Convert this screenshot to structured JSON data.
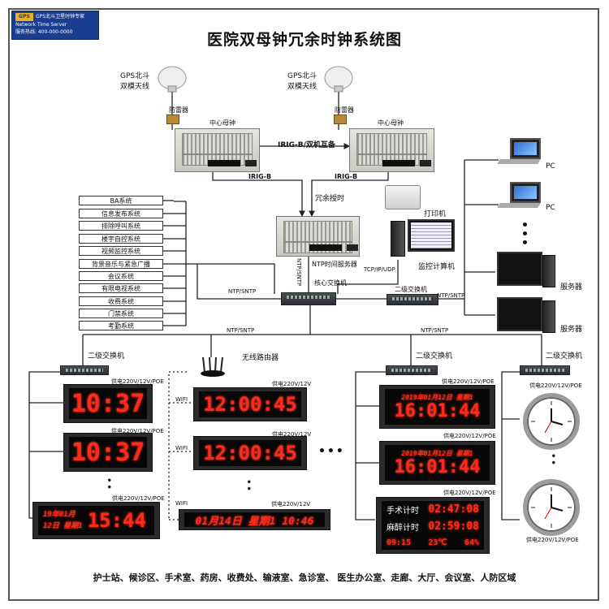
{
  "title": "医院双母钟冗余时钟系统图",
  "logo": {
    "line1": "GPS北斗卫星时钟专家",
    "line2": "Network Time Server",
    "line3": "服务热线: 400-000-0000"
  },
  "antenna_left": {
    "line1": "GPS北斗",
    "line2": "双模天线"
  },
  "antenna_right": {
    "line1": "GPS北斗",
    "line2": "双模天线"
  },
  "arrester_left": "防雷器",
  "arrester_right": "防雷器",
  "master_left": "中心母钟",
  "master_right": "中心母钟",
  "link_mutual": "IRIG-B/双机互备",
  "irig_left": "IRIG-B",
  "irig_right": "IRIG-B",
  "redundant": "冗余授时",
  "ntp_server": "NTP时间服务器",
  "ntp_sntp_vertical": "NTP/SNTP",
  "core_switch": "核心交换机",
  "tcp": "TCP/IP/UDP",
  "printer": "打印机",
  "monitor_pc": "监控计算机",
  "second_switch_right": "二级交换机",
  "pc1": "PC",
  "pc2": "PC",
  "server1": "服务器",
  "server2": "服务器",
  "systems": [
    "BA系统",
    "信息发布系统",
    "排除呼叫系统",
    "楼宇自控系统",
    "视频监控系统",
    "背景音乐与紧急广播",
    "会议系统",
    "有限电视系统",
    "收费系统",
    "门禁系统",
    "考勤系统"
  ],
  "ntp_labels": {
    "left_mid": "NTP/SNTP",
    "right_mid": "NTP/SNTP",
    "bottom_left": "NTP/SNTP",
    "bottom_right": "NTP/SNTP"
  },
  "branches": {
    "sw1": "二级交换机",
    "router": "无线路由器",
    "sw3": "二级交换机",
    "sw4": "二级交换机"
  },
  "power": {
    "p1": "供电220V/12V/POE",
    "p2": "供电220V/12V/POE",
    "p3": "供电220V/12V/POE",
    "p4": "供电220V/12V",
    "p5": "供电220V/12V",
    "p6": "供电220V/12V",
    "p7": "供电220V/12V/POE",
    "p8": "供电220V/12V/POE",
    "p9": "供电220V/12V/POE",
    "p10": "供电220V/12V/POE",
    "p11": "供电220V/12V/POE"
  },
  "wifi": {
    "w1": "WIFI",
    "w2": "WIFI",
    "w3": "WIFI"
  },
  "displays": {
    "d1": "10:37",
    "d2": "10:37",
    "d3": "12:00:45",
    "d4": "12:00:45",
    "d5_date": "2019年01月12日 星期1",
    "d5_time": "16:01:44",
    "d6_date": "2019年01月12日 星期1",
    "d6_time": "16:01:44",
    "d7_l1": "19年01月",
    "d7_l2": "12日 星期1",
    "d7_time": "15:44",
    "d8": "01月14日 星期1 10:46",
    "op1_label": "手术计时",
    "op1_val": "02:47:08",
    "op2_label": "麻醉计时",
    "op2_val": "02:59:08",
    "op3_time": "09:15",
    "op3_temp": "23℃",
    "op3_hum": "64%"
  },
  "footer": "护士站、候诊区、手术室、药房、收费处、输液室、急诊室、 医生办公室、走廊、大厅、会议室、人防区域"
}
